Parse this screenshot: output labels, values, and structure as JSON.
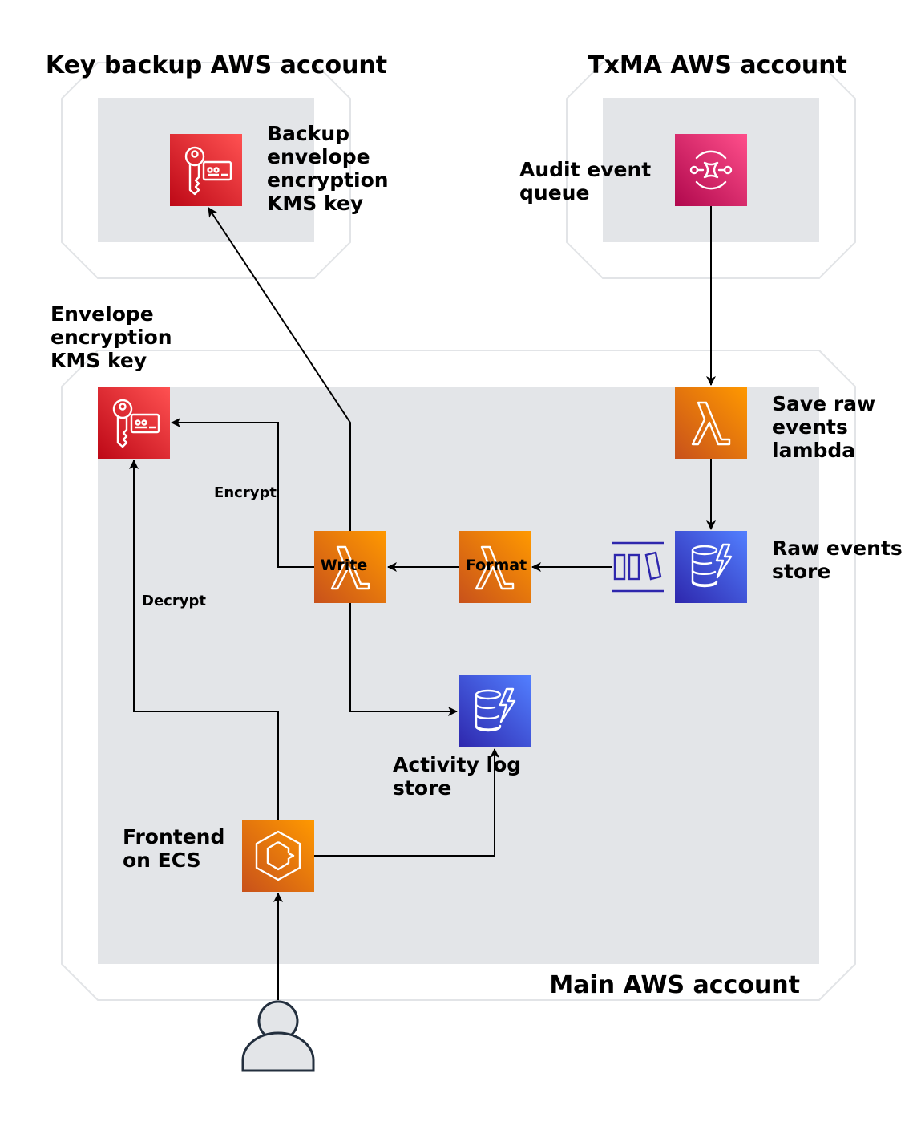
{
  "accounts": {
    "key_backup": {
      "title": "Key backup AWS account"
    },
    "txma": {
      "title": "TxMA AWS account"
    },
    "main": {
      "title": "Main AWS account"
    }
  },
  "nodes": {
    "backup_kms": {
      "label": [
        "Backup",
        "envelope",
        "encryption",
        "KMS key"
      ],
      "icon": "kms-key-icon"
    },
    "audit_queue": {
      "label": [
        "Audit event",
        "queue"
      ],
      "icon": "sqs-queue-icon"
    },
    "envelope_kms": {
      "label": [
        "Envelope",
        "encryption",
        "KMS key"
      ],
      "icon": "kms-key-icon"
    },
    "save_raw_lambda": {
      "label": [
        "Save raw",
        "events",
        "lambda"
      ],
      "icon": "lambda-icon"
    },
    "raw_events_store": {
      "label": [
        "Raw events",
        "store"
      ],
      "icon": "dynamodb-icon"
    },
    "format_lambda": {
      "label": "Format",
      "icon": "lambda-icon"
    },
    "write_lambda": {
      "label": "Write",
      "icon": "lambda-icon"
    },
    "activity_log_store": {
      "label": [
        "Activity log",
        "store"
      ],
      "icon": "dynamodb-icon"
    },
    "frontend_ecs": {
      "label": [
        "Frontend",
        "on ECS"
      ],
      "icon": "ecs-icon"
    },
    "user": {
      "icon": "user-icon"
    },
    "stream": {
      "icon": "dynamodb-stream-icon"
    }
  },
  "edges": {
    "encrypt": "Encrypt",
    "decrypt": "Decrypt"
  },
  "colors": {
    "kms_red": "#dd344c",
    "sqs_pink": "#e7157b",
    "lambda_orange": "#ed7100",
    "dynamo_blue": "#4d27aa",
    "stream_navy": "#2e27ad",
    "panel_grey": "#e3e5e8"
  }
}
